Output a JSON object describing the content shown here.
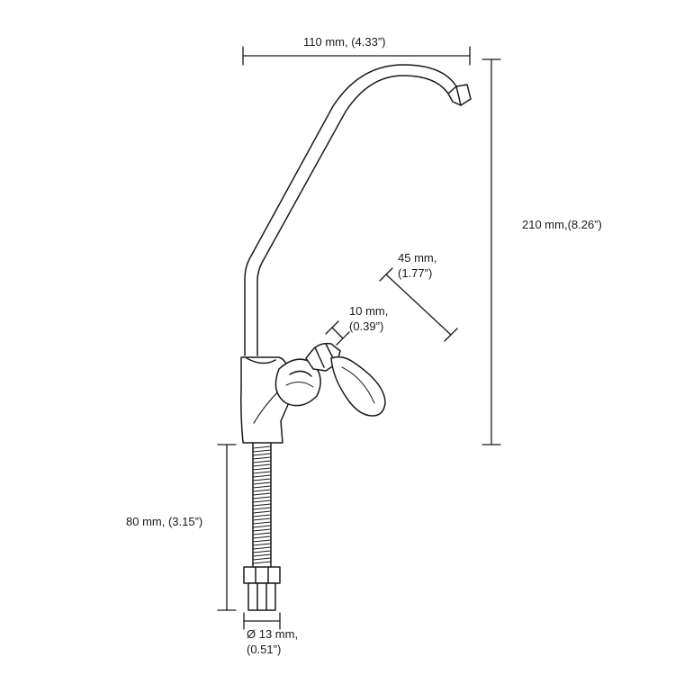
{
  "dimensions": {
    "spout_width": {
      "line1": "110 mm, (4.33”)"
    },
    "height": {
      "line1": "210 mm,(8.26”)"
    },
    "handle_length": {
      "line1": "45 mm,",
      "line2": "(1.77”)"
    },
    "handle_neck": {
      "line1": "10 mm,",
      "line2": "(0.39”)"
    },
    "shank_length": {
      "line1": "80 mm, (3.15”)"
    },
    "shank_diameter": {
      "line1": "Ø 13 mm,",
      "line2": "(0.51”)"
    }
  },
  "colors": {
    "stroke": "#1a1a1a",
    "fill": "#ffffff",
    "shade": "#e6e6e6"
  }
}
